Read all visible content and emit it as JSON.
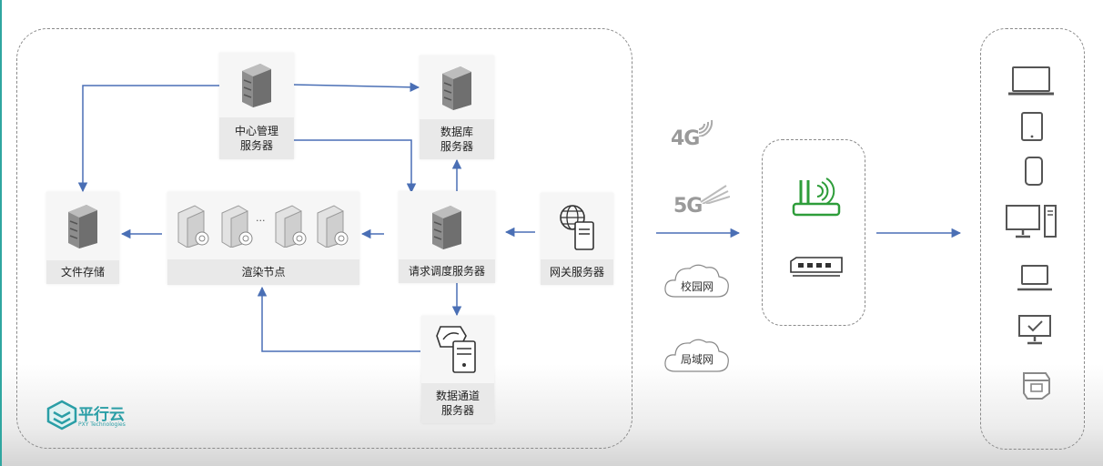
{
  "nodes": {
    "center_mgmt": {
      "line1": "中心管理",
      "line2": "服务器"
    },
    "database": {
      "line1": "数据库",
      "line2": "服务器"
    },
    "file_storage": {
      "line1": "文件存储"
    },
    "render_nodes": {
      "line1": "渲染节点",
      "ellipsis": "..."
    },
    "request_dispatch": {
      "line1": "请求调度服务器"
    },
    "gateway": {
      "line1": "网关服务器"
    },
    "data_channel": {
      "line1": "数据通道",
      "line2": "服务器"
    }
  },
  "network": {
    "g4": "4G",
    "g5": "5G",
    "campus": "校园网",
    "lan": "局域网"
  },
  "logo": {
    "name": "平行云",
    "sub": "PXY Technologies"
  },
  "colors": {
    "arrow": "#4a6fb5",
    "green": "#2e9d3a",
    "teal": "#2a9ea6"
  }
}
